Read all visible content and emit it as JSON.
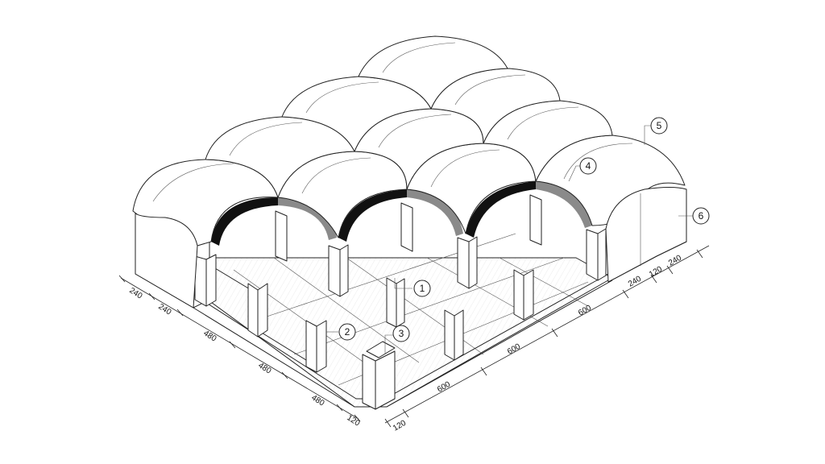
{
  "diagram": {
    "callouts": [
      {
        "id": "c1",
        "label": "1"
      },
      {
        "id": "c2",
        "label": "2"
      },
      {
        "id": "c3",
        "label": "3"
      },
      {
        "id": "c4",
        "label": "4"
      },
      {
        "id": "c5",
        "label": "5"
      },
      {
        "id": "c6",
        "label": "6"
      }
    ],
    "dimensions_left": [
      "240",
      "240",
      "480",
      "480",
      "480",
      "120"
    ],
    "dimensions_front": [
      "120",
      "600",
      "600",
      "600",
      "240",
      "120",
      "240"
    ],
    "colors": {
      "line": "#222222",
      "arch_fill": "#111111",
      "arch_gray": "#8a8a8a"
    }
  }
}
